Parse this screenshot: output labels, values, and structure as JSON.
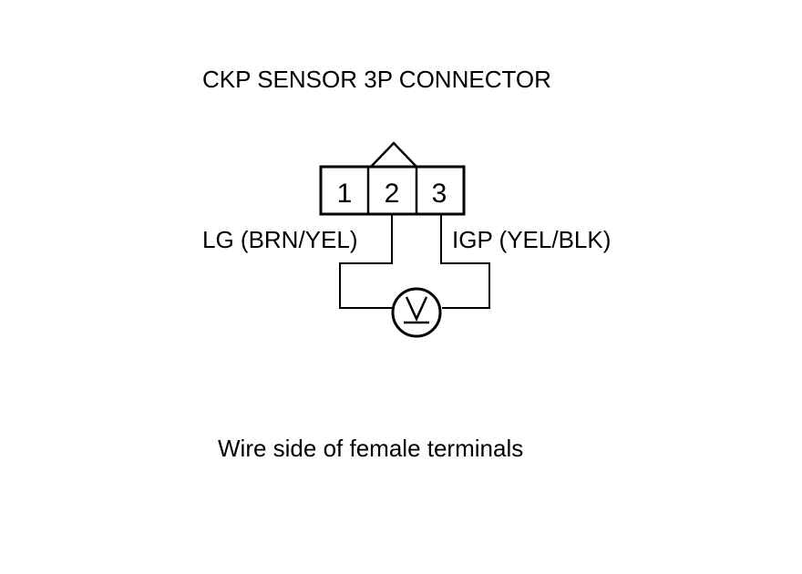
{
  "diagram": {
    "title": "CKP SENSOR 3P CONNECTOR",
    "connector": {
      "pins": [
        "1",
        "2",
        "3"
      ]
    },
    "wires": {
      "left_label": "LG (BRN/YEL)",
      "right_label": "IGP (YEL/BLK)"
    },
    "meter": {
      "symbol": "V"
    },
    "caption": "Wire side of female terminals"
  }
}
